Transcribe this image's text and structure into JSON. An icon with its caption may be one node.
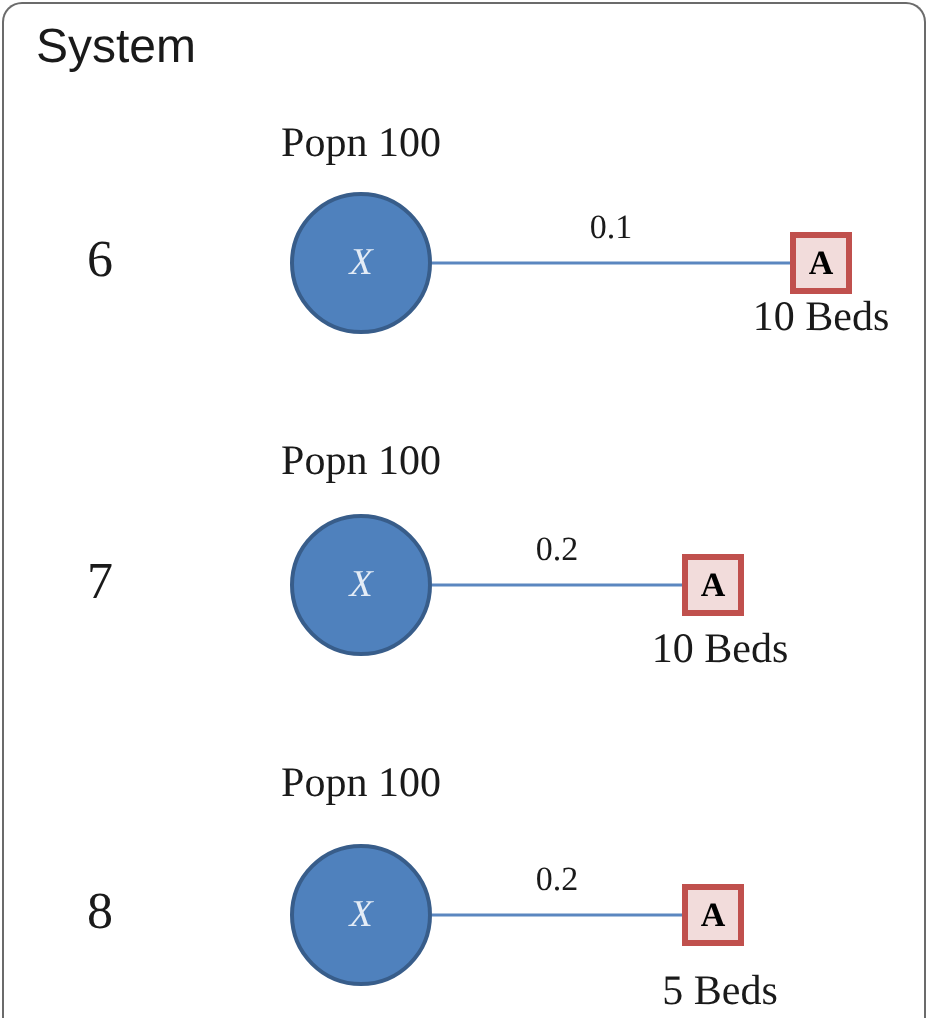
{
  "diagram": {
    "nodes": [
      {
        "text": [
          "System"
        ]
      },
      {
        "text": [
          "X"
        ],
        "beside": [
          "Popn 100"
        ],
        "in": 0
      },
      {
        "text": [
          "A"
        ],
        "beside": [
          "10 Beds"
        ],
        "in": 0
      },
      {
        "text": [
          "X"
        ],
        "beside": [
          "Popn 100"
        ],
        "in": 0
      },
      {
        "text": [
          "A"
        ],
        "beside": [
          "10 Beds"
        ],
        "in": 0
      },
      {
        "text": [
          "X"
        ],
        "beside": [
          "Popn 100"
        ],
        "in": 0
      },
      {
        "text": [
          "A"
        ],
        "beside": [
          "5 Beds"
        ],
        "in": 0
      }
    ],
    "edges": [
      {
        "from": 1,
        "to": 2,
        "arrow": "none",
        "label": "0.1"
      },
      {
        "from": 3,
        "to": 4,
        "arrow": "none",
        "label": "0.2"
      },
      {
        "from": 5,
        "to": 6,
        "arrow": "none",
        "label": "0.2"
      }
    ],
    "labels": [
      "6",
      "7",
      "8"
    ]
  }
}
